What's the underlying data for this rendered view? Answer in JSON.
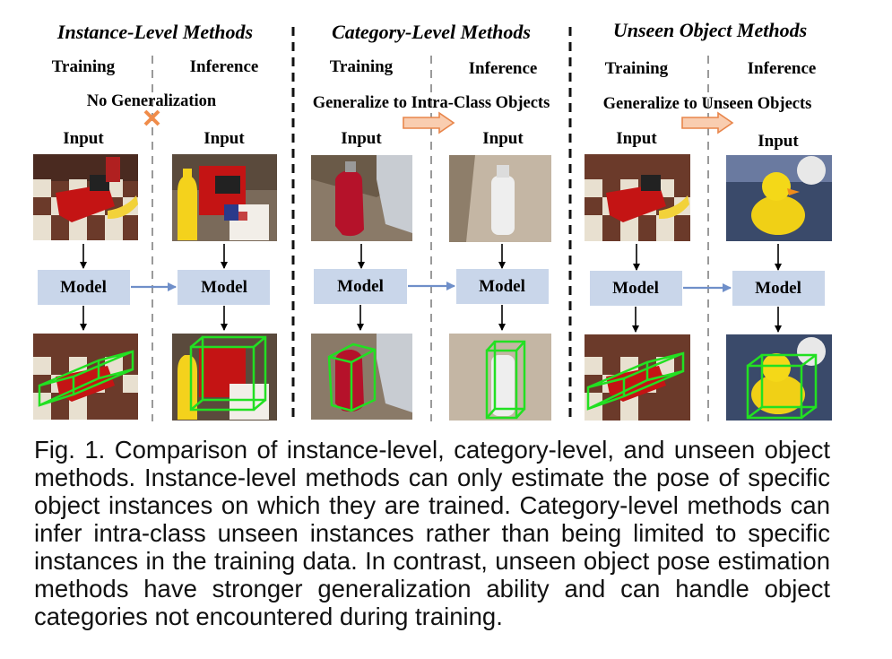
{
  "sections": [
    {
      "title": "Instance-Level Methods",
      "training_label": "Training",
      "inference_label": "Inference",
      "generalization_label": "No Generalization",
      "generalization_icon": "cross-icon",
      "input_train_label": "Input",
      "input_infer_label": "Input",
      "model_train_label": "Model",
      "model_infer_label": "Model",
      "train_image": "red power drill on checkerboard with banana",
      "infer_image": "red power drill with yellow mustard bottle and box",
      "train_result": "power drill with green 3D bounding box",
      "infer_result": "power drill with green 3D bounding box"
    },
    {
      "title": "Category-Level Methods",
      "training_label": "Training",
      "inference_label": "Inference",
      "generalization_label": "Generalize to Intra-Class Objects",
      "generalization_icon": "arrow-right-icon",
      "input_train_label": "Input",
      "input_infer_label": "Input",
      "model_train_label": "Model",
      "model_infer_label": "Model",
      "train_image": "red bottle next to laptop",
      "infer_image": "white bottle",
      "train_result": "red bottle with green 3D bounding box",
      "infer_result": "white bottle with green 3D bounding box"
    },
    {
      "title": "Unseen Object Methods",
      "training_label": "Training",
      "inference_label": "Inference",
      "generalization_label": "Generalize to Unseen Objects",
      "generalization_icon": "arrow-right-icon",
      "input_train_label": "Input",
      "input_infer_label": "Input",
      "model_train_label": "Model",
      "model_infer_label": "Model",
      "train_image": "red power drill on checkerboard",
      "infer_image": "yellow rubber duck",
      "train_result": "power drill with green 3D bounding box",
      "infer_result": "rubber duck with green 3D bounding box"
    }
  ],
  "colors": {
    "model_box": "#c9d6ea",
    "model_arrow": "#6f8fc9",
    "gen_arrow_fill": "#f9cdb0",
    "gen_arrow_stroke": "#e8854a",
    "cross": "#f08c4a",
    "bbox": "#22e022",
    "divider": "#9a9a9a"
  },
  "caption": "Fig. 1. Comparison of instance-level, category-level, and unseen object methods. Instance-level methods can only estimate the pose of specific object instances on which they are trained. Category-level methods can infer intra-class unseen instances rather than being limited to specific instances in the training data. In contrast, unseen object pose estimation methods have stronger generalization ability and can handle object categories not encountered during training."
}
